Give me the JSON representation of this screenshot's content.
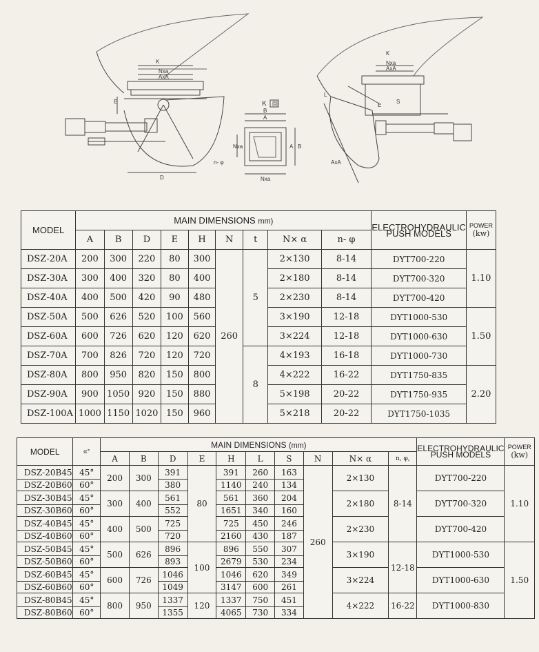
{
  "drawing": {
    "k_label": "K",
    "k_view_label": "K",
    "k_box": "回",
    "nxa_label": "Nxa",
    "axa_label": "AxA",
    "e_label": "E",
    "d_label": "D",
    "b_label": "B",
    "a_label": "A",
    "s_label": "S",
    "l_label": "L",
    "n_phi_label": "n- φ",
    "nxa_side_label": "Nxa"
  },
  "table1": {
    "model_label": "MODEL",
    "main_dims_label": "MAIN DIMENSIONS",
    "main_dims_unit": "mm)",
    "cols": [
      "A",
      "B",
      "D",
      "E",
      "H",
      "N",
      "t",
      "N× α",
      "n- φ"
    ],
    "edh_label": "ELECTROHYDRAULIC PUSH MODELS",
    "power_label": "POWER",
    "power_unit": "(kw)",
    "n_value": "260",
    "t_values": [
      "5",
      "8"
    ],
    "power_values": [
      "1.10",
      "1.50",
      "2.20"
    ],
    "rows": [
      {
        "model": "DSZ-20A",
        "A": "200",
        "B": "300",
        "D": "220",
        "E": "80",
        "H": "300",
        "nxa": "2×130",
        "nphi": "8-14",
        "edh": "DYT700-220"
      },
      {
        "model": "DSZ-30A",
        "A": "300",
        "B": "400",
        "D": "320",
        "E": "80",
        "H": "400",
        "nxa": "2×180",
        "nphi": "8-14",
        "edh": "DYT700-320"
      },
      {
        "model": "DSZ-40A",
        "A": "400",
        "B": "500",
        "D": "420",
        "E": "90",
        "H": "480",
        "nxa": "2×230",
        "nphi": "8-14",
        "edh": "DYT700-420"
      },
      {
        "model": "DSZ-50A",
        "A": "500",
        "B": "626",
        "D": "520",
        "E": "100",
        "H": "560",
        "nxa": "3×190",
        "nphi": "12-18",
        "edh": "DYT1000-530"
      },
      {
        "model": "DSZ-60A",
        "A": "600",
        "B": "726",
        "D": "620",
        "E": "120",
        "H": "620",
        "nxa": "3×224",
        "nphi": "12-18",
        "edh": "DYT1000-630"
      },
      {
        "model": "DSZ-70A",
        "A": "700",
        "B": "826",
        "D": "720",
        "E": "120",
        "H": "720",
        "nxa": "4×193",
        "nphi": "16-18",
        "edh": "DYT1000-730"
      },
      {
        "model": "DSZ-80A",
        "A": "800",
        "B": "950",
        "D": "820",
        "E": "150",
        "H": "800",
        "nxa": "4×222",
        "nphi": "16-22",
        "edh": "DYT1750-835"
      },
      {
        "model": "DSZ-90A",
        "A": "900",
        "B": "1050",
        "D": "920",
        "E": "150",
        "H": "880",
        "nxa": "5×198",
        "nphi": "20-22",
        "edh": "DYT1750-935"
      },
      {
        "model": "DSZ-100A",
        "A": "1000",
        "B": "1150",
        "D": "1020",
        "E": "150",
        "H": "960",
        "nxa": "5×218",
        "nphi": "20-22",
        "edh": "DYT1750-1035"
      }
    ]
  },
  "table2": {
    "model_label": "MODEL",
    "angle_label": "α°",
    "main_dims_label": "MAIN DIMENSIONS",
    "main_dims_unit": "(mm)",
    "cols": [
      "A",
      "B",
      "D",
      "E",
      "H",
      "L",
      "S",
      "N",
      "N× α",
      "n, φ,"
    ],
    "edh_label": "ELECTROHYDRAULIC PUSH MODELS",
    "power_label": "POWER",
    "power_unit": "(kw)",
    "n_value": "260",
    "power_values": [
      "1.10",
      "1.50"
    ],
    "e_values": [
      "80",
      "100",
      "120"
    ],
    "nphi_values": [
      "8-14",
      "12-18",
      "16-22"
    ],
    "groups": [
      {
        "A": "200",
        "B": "300",
        "nxa": "2×130",
        "edh": "DYT700-220",
        "rows": [
          {
            "model": "DSZ-20B45",
            "angle": "45°",
            "D": "391",
            "H": "391",
            "L": "260",
            "S": "163"
          },
          {
            "model": "DSZ-20B60",
            "angle": "60°",
            "D": "380",
            "H": "1140",
            "L": "240",
            "S": "134"
          }
        ]
      },
      {
        "A": "300",
        "B": "400",
        "nxa": "2×180",
        "edh": "DYT700-320",
        "rows": [
          {
            "model": "DSZ-30B45",
            "angle": "45°",
            "D": "561",
            "H": "561",
            "L": "360",
            "S": "204"
          },
          {
            "model": "DSZ-30B60",
            "angle": "60°",
            "D": "552",
            "H": "1651",
            "L": "340",
            "S": "160"
          }
        ]
      },
      {
        "A": "400",
        "B": "500",
        "nxa": "2×230",
        "edh": "DYT700-420",
        "rows": [
          {
            "model": "DSZ-40B45",
            "angle": "45°",
            "D": "725",
            "H": "725",
            "L": "450",
            "S": "246"
          },
          {
            "model": "DSZ-40B60",
            "angle": "60°",
            "D": "720",
            "H": "2160",
            "L": "430",
            "S": "187"
          }
        ]
      },
      {
        "A": "500",
        "B": "626",
        "nxa": "3×190",
        "edh": "DYT1000-530",
        "rows": [
          {
            "model": "DSZ-50B45",
            "angle": "45°",
            "D": "896",
            "H": "896",
            "L": "550",
            "S": "307"
          },
          {
            "model": "DSZ-50B60",
            "angle": "60°",
            "D": "893",
            "H": "2679",
            "L": "530",
            "S": "234"
          }
        ]
      },
      {
        "A": "600",
        "B": "726",
        "nxa": "3×224",
        "edh": "DYT1000-630",
        "rows": [
          {
            "model": "DSZ-60B45",
            "angle": "45°",
            "D": "1046",
            "H": "1046",
            "L": "620",
            "S": "349"
          },
          {
            "model": "DSZ-60B60",
            "angle": "60°",
            "D": "1049",
            "H": "3147",
            "L": "600",
            "S": "261"
          }
        ]
      },
      {
        "A": "800",
        "B": "950",
        "nxa": "4×222",
        "edh": "DYT1000-830",
        "rows": [
          {
            "model": "DSZ-80B45",
            "angle": "45°",
            "D": "1337",
            "H": "1337",
            "L": "750",
            "S": "451"
          },
          {
            "model": "DSZ-80B60",
            "angle": "60°",
            "D": "1355",
            "H": "4065",
            "L": "730",
            "S": "334"
          }
        ]
      }
    ]
  }
}
